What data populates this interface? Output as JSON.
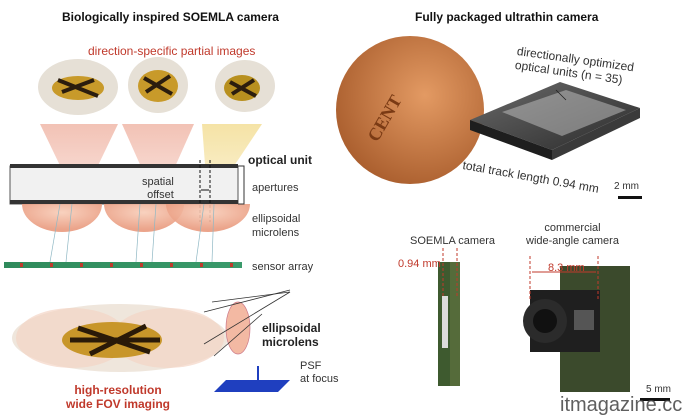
{
  "left": {
    "title": "Biologically inspired SOEMLA camera",
    "partial_images_label": "direction-specific partial images",
    "optical_unit_label": "optical unit",
    "spatial_offset_label": "spatial\noffset",
    "apertures_label": "apertures",
    "microlens_label": "ellipsoidal\nmicrolens",
    "sensor_label": "sensor array",
    "ellipsoidal_microlens_bold": "ellipsoidal\nmicrolens",
    "psf_label": "PSF\nat focus",
    "imaging_label": "high-resolution\nwide FOV imaging"
  },
  "right": {
    "title": "Fully packaged ultrathin camera",
    "units_label": "directionally optimized\noptical units (n = 35)",
    "track_label": "total track length 0.94 mm",
    "coin_text": "CENT",
    "scale_top": "2 mm",
    "soemla_label": "SOEMLA camera",
    "commercial_label": "commercial\nwide-angle camera",
    "soemla_dim": "0.94 mm",
    "commercial_dim": "8.3 mm",
    "scale_bottom": "5 mm"
  },
  "watermark": "itmagazine.cc",
  "colors": {
    "accent_red": "#c0392b",
    "lens_pink": "#f3b9a3",
    "psf_blue": "#1f3fbf"
  }
}
